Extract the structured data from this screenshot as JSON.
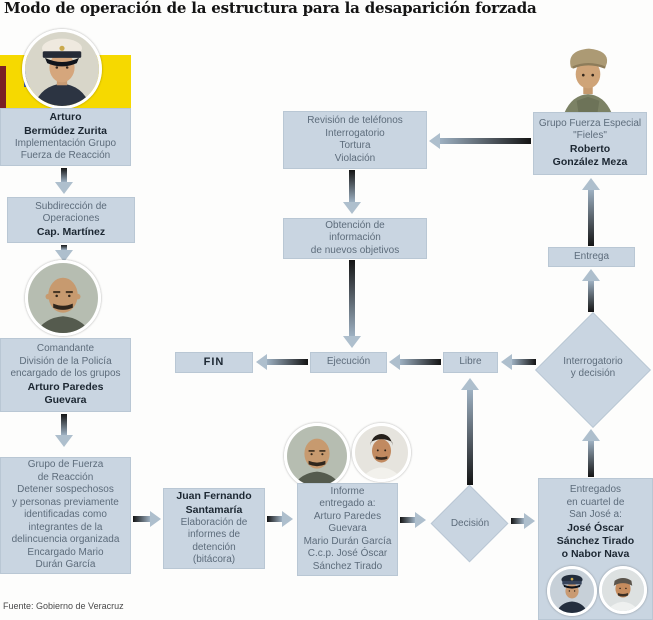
{
  "title": "Modo de operación de la estructura para la desaparición forzada",
  "source": "Fuente: Gobierno de Veracruz",
  "colors": {
    "box_fill": "#c9d5e1",
    "accent_yellow": "#f6d900",
    "text_regular": "#5d6c7b",
    "text_bold": "#1c2732",
    "arrow_dark": "#141414",
    "arrow_light": "#aebfcd"
  },
  "nodes": {
    "bermudez": {
      "name": [
        "Arturo",
        "Bermúdez Zurita"
      ],
      "desc": [
        "Implementación Grupo",
        "Fuerza de Reacción"
      ]
    },
    "subdireccion": {
      "desc": [
        "Subdirección de",
        "Operaciones"
      ],
      "name": [
        "Cap. Martínez"
      ]
    },
    "comandante": {
      "desc": [
        "Comandante",
        "División de la Policía",
        "encargado de los grupos"
      ],
      "name": [
        "Arturo Paredes",
        "Guevara"
      ]
    },
    "grupo_fuerza": {
      "desc": [
        "Grupo de Fuerza",
        "de Reacción",
        "Detener sospechosos",
        "y personas previamente",
        "identificadas como",
        "integrantes de la",
        "delincuencia organizada",
        "Encargado Mario",
        "Durán García"
      ]
    },
    "santamaria": {
      "name": [
        "Juan Fernando",
        "Santamaría"
      ],
      "desc": [
        "Elaboración de",
        "informes de",
        "detención",
        "(bitácora)"
      ]
    },
    "informe": {
      "desc": [
        "Informe",
        "entregado a:",
        "Arturo Paredes",
        "Guevara",
        "Mario Durán García",
        "C.c.p. José Óscar",
        "Sánchez Tirado"
      ]
    },
    "decision": {
      "label": "Decisión"
    },
    "entregados": {
      "desc": [
        "Entregados",
        "en cuartel de",
        "San José a:"
      ],
      "name": [
        "José Óscar",
        "Sánchez Tirado",
        "o Nabor Nava"
      ]
    },
    "interrogatorio": {
      "label": [
        "Interrogatorio",
        "y decisión"
      ]
    },
    "entrega": {
      "label": "Entrega"
    },
    "fieles": {
      "desc": [
        "Grupo Fuerza Especial",
        "\"Fieles\""
      ],
      "name": [
        "Roberto",
        "González Meza"
      ]
    },
    "revision": {
      "desc": [
        "Revisión de teléfonos",
        "Interrogatorio",
        "Tortura",
        "Violación"
      ]
    },
    "obtencion": {
      "desc": [
        "Obtención de",
        "información",
        "de nuevos objetivos"
      ]
    },
    "libre": {
      "label": "Libre"
    },
    "ejecucion": {
      "label": "Ejecución"
    },
    "fin": {
      "label": "FIN"
    }
  }
}
